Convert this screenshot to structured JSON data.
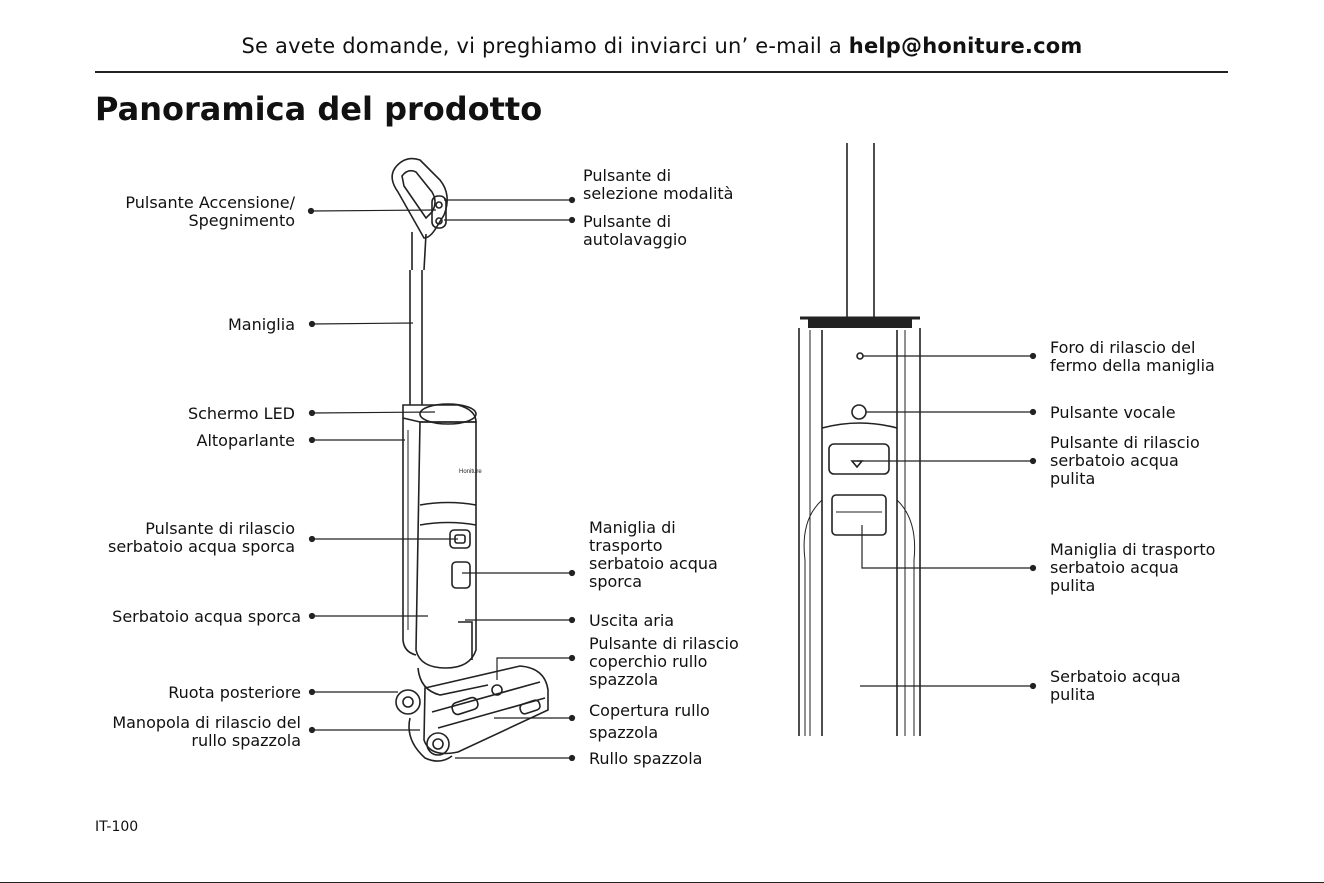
{
  "header": {
    "text": "Se avete domande, vi preghiamo di inviarci un’ e-mail a ",
    "email": "help@honiture.com"
  },
  "title": "Panoramica del prodotto",
  "left_labels": {
    "power": [
      "Pulsante Accensione/",
      "Spegnimento"
    ],
    "handle": "Maniglia",
    "led": "Schermo LED",
    "speaker": "Altoparlante",
    "dirty_release": [
      "Pulsante di rilascio",
      "serbatoio acqua sporca"
    ],
    "dirty_tank": "Serbatoio acqua sporca",
    "rear_wheel": "Ruota posteriore",
    "brush_knob": [
      "Manopola di rilascio del",
      "rullo spazzola"
    ]
  },
  "middle_labels": {
    "mode": [
      "Pulsante di",
      "selezione modalità"
    ],
    "selfclean": [
      "Pulsante di",
      "autolavaggio"
    ],
    "dirty_carry": [
      "Maniglia di",
      "trasporto",
      "serbatoio acqua",
      "sporca"
    ],
    "air_outlet": "Uscita aria",
    "cover_release": [
      "Pulsante di rilascio",
      "coperchio rullo",
      "spazzola"
    ],
    "brush_cover": [
      "Copertura rullo",
      "spazzola"
    ],
    "brush_roll": "Rullo spazzola"
  },
  "right_labels": {
    "latch_hole": [
      "Foro di rilascio del",
      "fermo della maniglia"
    ],
    "voice": "Pulsante vocale",
    "clean_release": [
      "Pulsante di rilascio",
      "serbatoio acqua",
      "pulita"
    ],
    "clean_carry": [
      "Maniglia di trasporto",
      "serbatoio acqua",
      "pulita"
    ],
    "clean_tank": [
      "Serbatoio acqua",
      "pulita"
    ]
  },
  "device": {
    "brand": "Honiture"
  },
  "footer": {
    "page": "IT-100"
  }
}
